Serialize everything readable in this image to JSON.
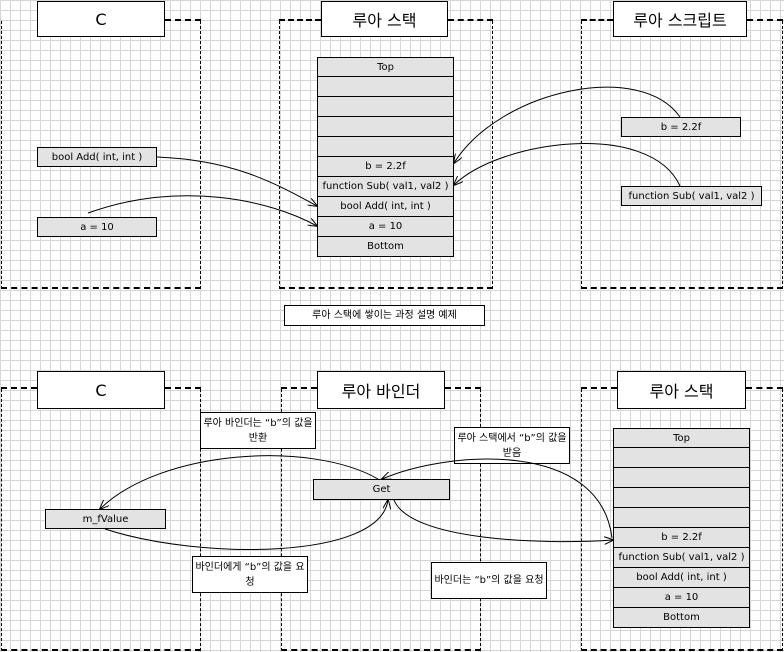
{
  "top": {
    "c_title": "C",
    "stack_title": "루아 스택",
    "script_title": "루아 스크립트",
    "c_items": [
      "bool Add( int, int )",
      "a = 10"
    ],
    "stack_cells": [
      "Top",
      "",
      "",
      "",
      "",
      "b = 2.2f",
      "function Sub( val1, val2 )",
      "bool Add( int, int )",
      "a = 10",
      "Bottom"
    ],
    "script_items": [
      "b = 2.2f",
      "function Sub( val1, val2 )"
    ],
    "caption": "루아 스택에 쌓이는 과정 설명 예제"
  },
  "bottom": {
    "c_title": "C",
    "binder_title": "루아 바인더",
    "stack_title": "루아 스택",
    "c_item": "m_fValue",
    "binder_item": "Get",
    "stack_cells": [
      "Top",
      "",
      "",
      "",
      "",
      "b = 2.2f",
      "function Sub( val1, val2 )",
      "bool Add( int, int )",
      "a = 10",
      "Bottom"
    ],
    "notes": {
      "return_value": "루아 바인더는 “b”의 값을 반환",
      "receive_value": "루아 스택에서 “b”의 값을 받음",
      "request_binder": "바인더에게 “b”의 값을 요청",
      "request_stack": "바인더는 “b”의 값을 요청"
    }
  }
}
